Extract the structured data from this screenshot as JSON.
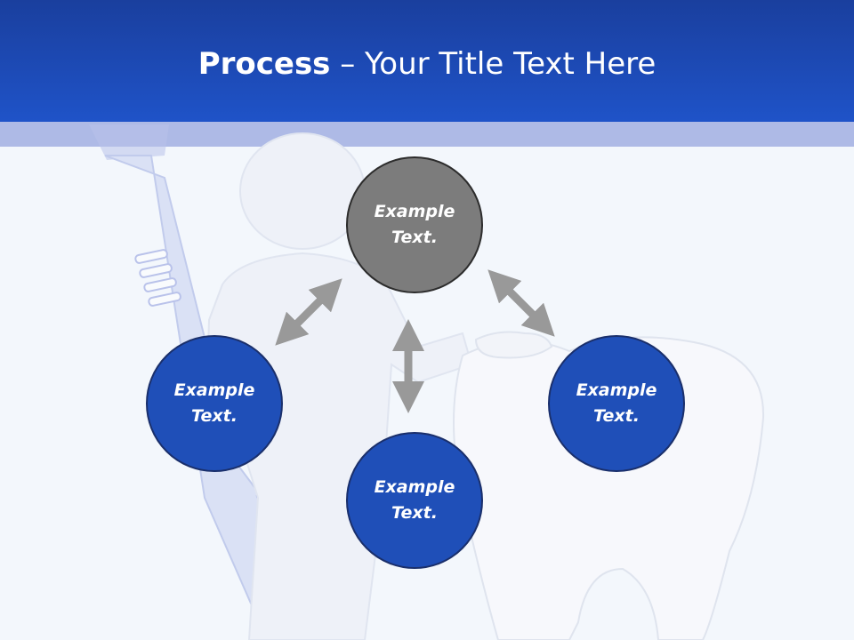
{
  "slide": {
    "title_bold": "Process",
    "title_rest": " – Your Title Text Here"
  },
  "nodes": {
    "top": "Example Text.",
    "left": "Example Text.",
    "bottom": "Example Text.",
    "right": "Example Text."
  },
  "colors": {
    "header": "#1f53c8",
    "band": "#aebae6",
    "node_blue": "#1f4fb8",
    "node_gray": "#7c7c7c",
    "arrow": "#999999"
  }
}
